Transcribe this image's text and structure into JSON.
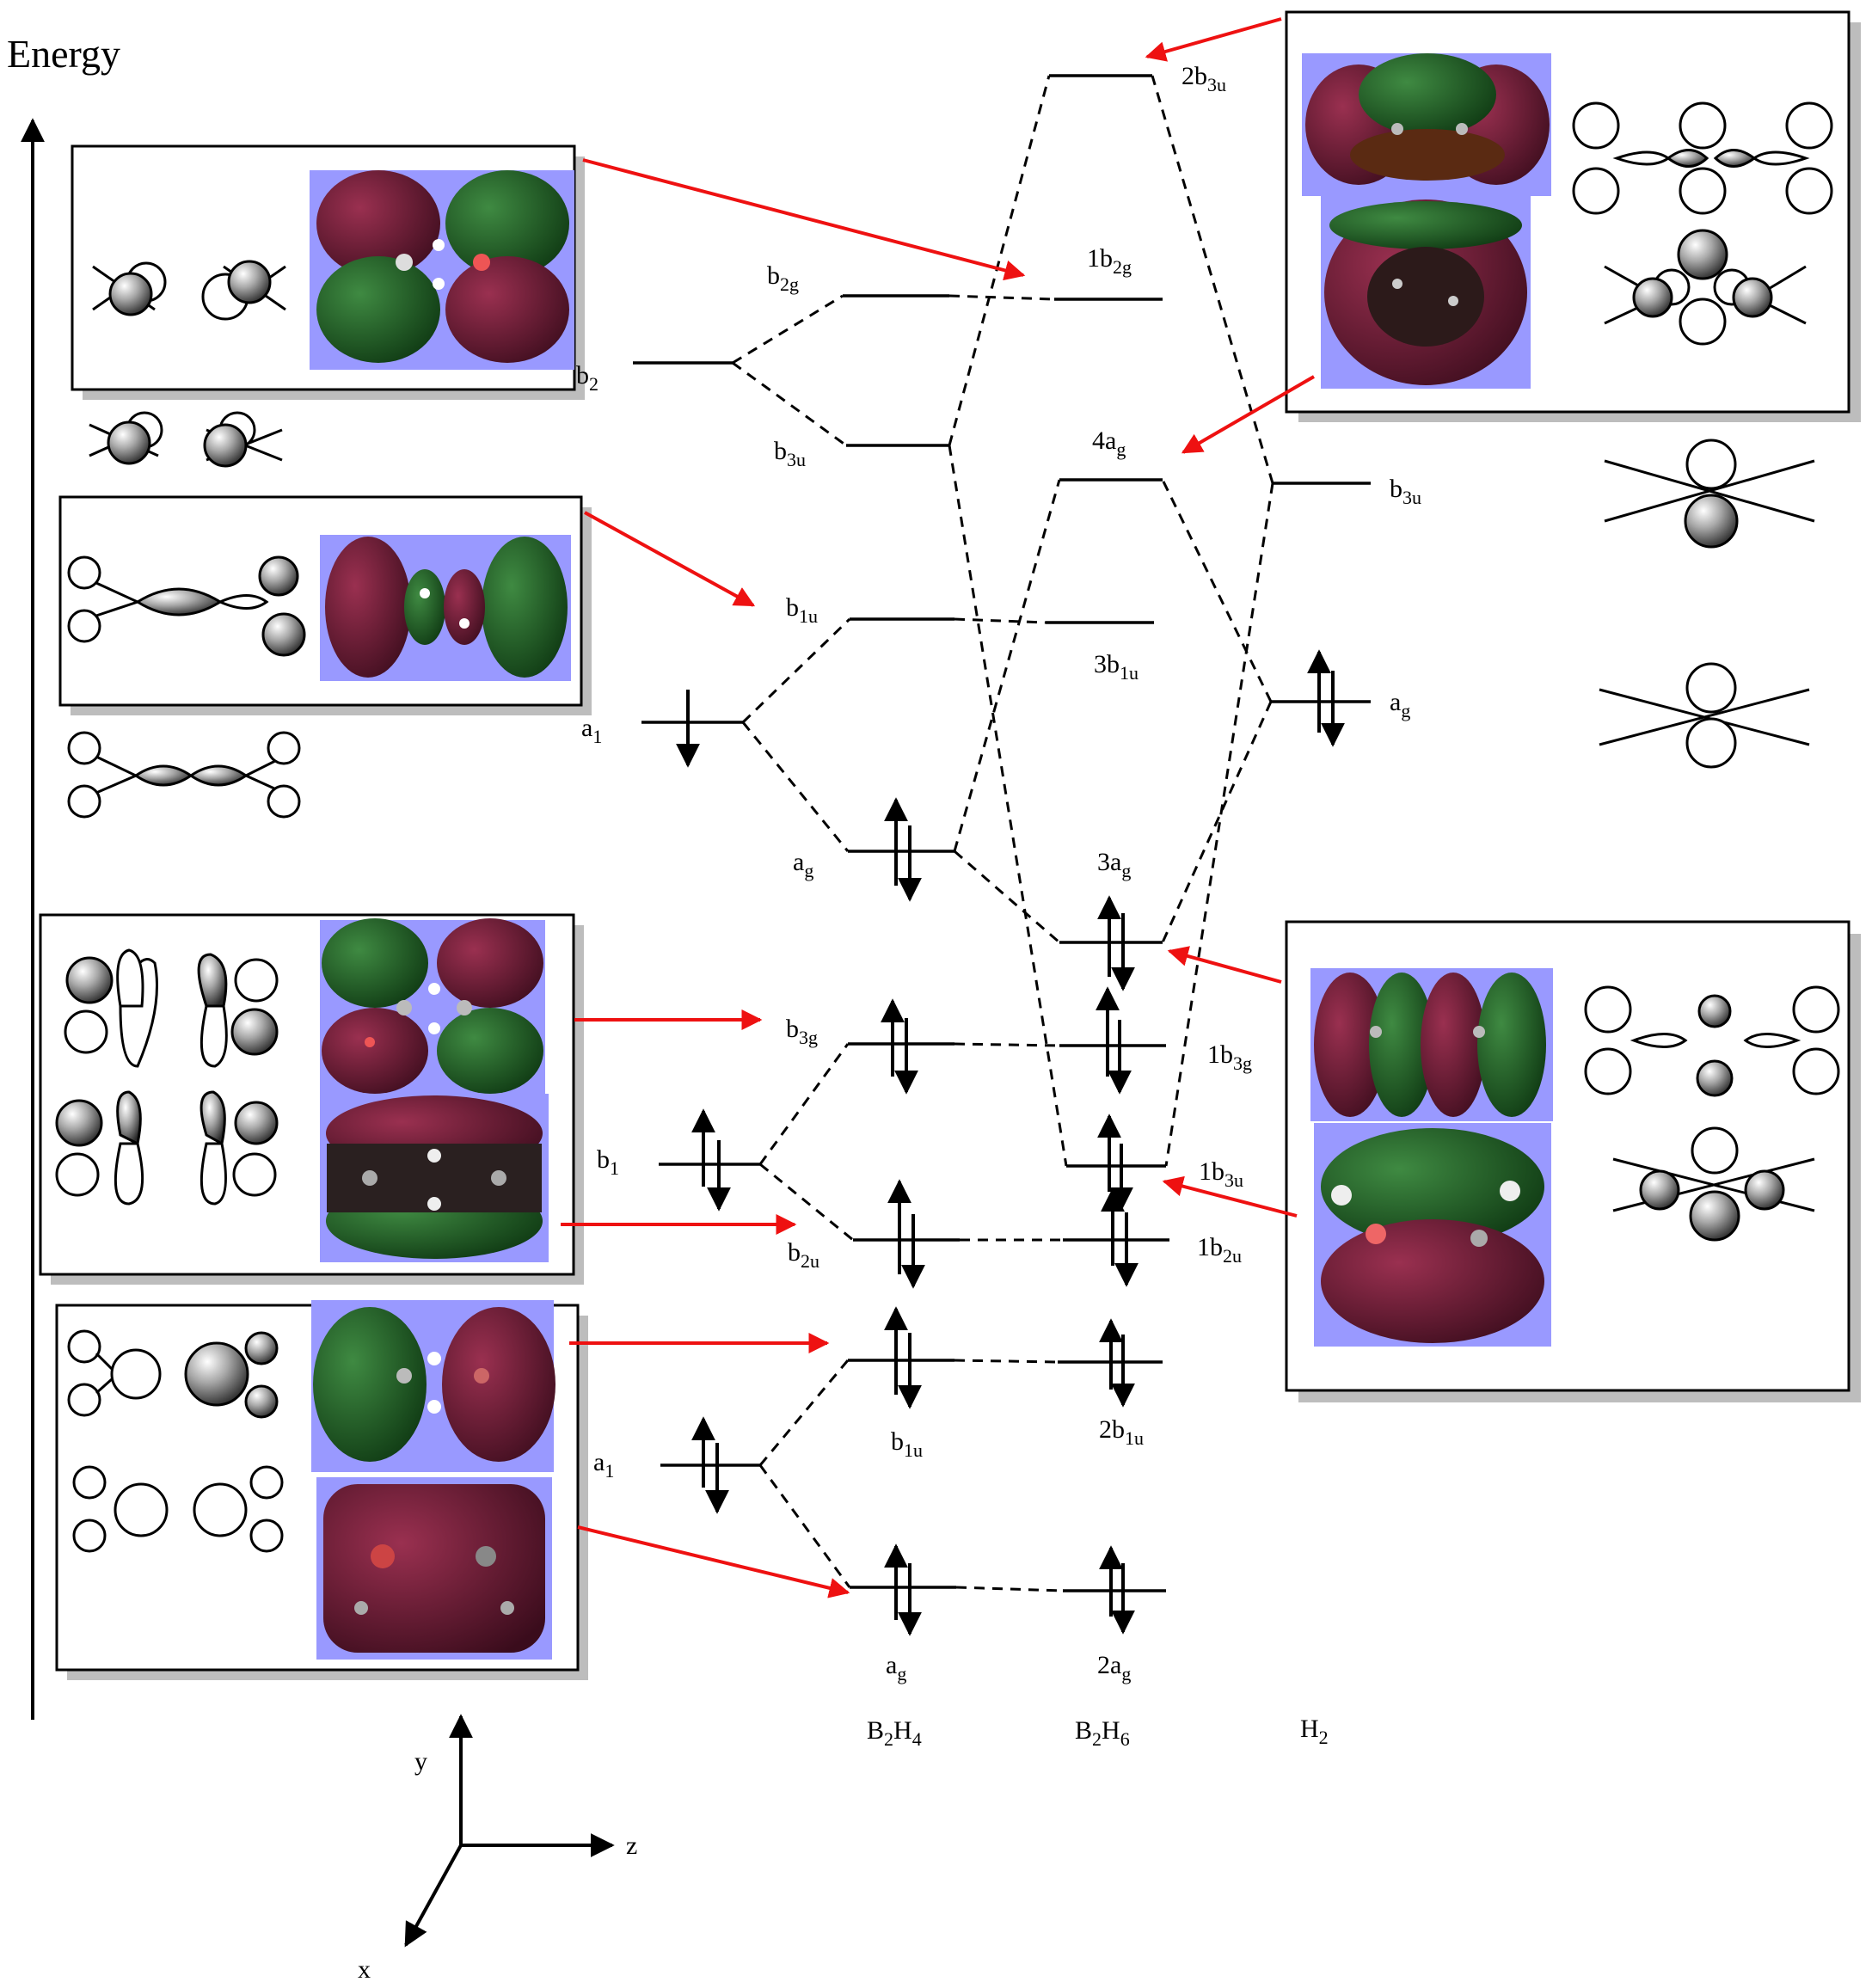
{
  "energy_label": "Energy",
  "columns": {
    "b2h4": {
      "main": "B",
      "s1": "2",
      "mid": "H",
      "s2": "4"
    },
    "b2h6": {
      "main": "B",
      "s1": "2",
      "mid": "H",
      "s2": "6"
    },
    "h2": {
      "main": "H",
      "s1": "2"
    }
  },
  "axes": {
    "x": "x",
    "y": "y",
    "z": "z"
  },
  "levels": {
    "left_b2": {
      "main": "b",
      "sub": "2"
    },
    "left_a1_up": {
      "main": "a",
      "sub": "1"
    },
    "left_b1": {
      "main": "b",
      "sub": "1"
    },
    "left_a1_low": {
      "main": "a",
      "sub": "1"
    },
    "b2h4_b2g": {
      "main": "b",
      "sub": "2g"
    },
    "b2h4_b3u": {
      "main": "b",
      "sub": "3u"
    },
    "b2h4_b1u_up": {
      "main": "b",
      "sub": "1u"
    },
    "b2h4_ag_up": {
      "main": "a",
      "sub": "g"
    },
    "b2h4_b3g": {
      "main": "b",
      "sub": "3g"
    },
    "b2h4_b2u": {
      "main": "b",
      "sub": "2u"
    },
    "b2h4_b1u_low": {
      "main": "b",
      "sub": "1u"
    },
    "b2h4_ag_low": {
      "main": "a",
      "sub": "g"
    },
    "b2h6_2b3u": {
      "main": "2b",
      "sub": "3u"
    },
    "b2h6_1b2g": {
      "main": "1b",
      "sub": "2g"
    },
    "b2h6_4ag": {
      "main": "4a",
      "sub": "g"
    },
    "b2h6_3b1u": {
      "main": "3b",
      "sub": "1u"
    },
    "b2h6_3ag": {
      "main": "3a",
      "sub": "g"
    },
    "b2h6_1b3g": {
      "main": "1b",
      "sub": "3g"
    },
    "b2h6_1b3u": {
      "main": "1b",
      "sub": "3u"
    },
    "b2h6_1b2u": {
      "main": "1b",
      "sub": "2u"
    },
    "b2h6_2b1u": {
      "main": "2b",
      "sub": "1u"
    },
    "b2h6_2ag": {
      "main": "2a",
      "sub": "g"
    },
    "h2_b3u": {
      "main": "b",
      "sub": "3u"
    },
    "h2_ag": {
      "main": "a",
      "sub": "g"
    }
  },
  "colors": {
    "arrow": "#ee1111",
    "panel_bg": "#9999ff",
    "lobe_red": "#6a1a33",
    "lobe_green": "#1d5a24",
    "shadow": "#bdbdbd"
  }
}
